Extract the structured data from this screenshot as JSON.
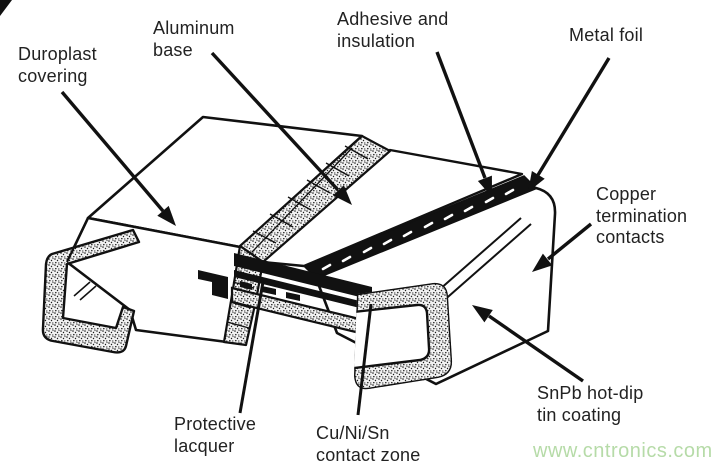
{
  "figure": {
    "type": "technical-cutaway-diagram",
    "subject": "Construction of a surface-mount chip resistor (cutaway view)"
  },
  "labels": {
    "duroplast": {
      "lines": [
        "Duroplast",
        "covering"
      ]
    },
    "aluminum": {
      "lines": [
        "Aluminum",
        "base"
      ]
    },
    "adhesive": {
      "lines": [
        "Adhesive and",
        "insulation"
      ]
    },
    "metal_foil": {
      "lines": [
        "Metal foil"
      ]
    },
    "copper": {
      "lines": [
        "Copper",
        "termination",
        "contacts"
      ]
    },
    "snpb": {
      "lines": [
        "SnPb hot-dip",
        "tin coating"
      ]
    },
    "protective": {
      "lines": [
        "Protective",
        "lacquer"
      ]
    },
    "contact_zone": {
      "lines": [
        "Cu/Ni/Sn",
        "contact zone"
      ]
    }
  },
  "watermark": {
    "text": "www.cntronics.com",
    "color": "#b6dba8"
  },
  "colors": {
    "line": "#111111",
    "text": "#222222",
    "background": "#ffffff"
  }
}
